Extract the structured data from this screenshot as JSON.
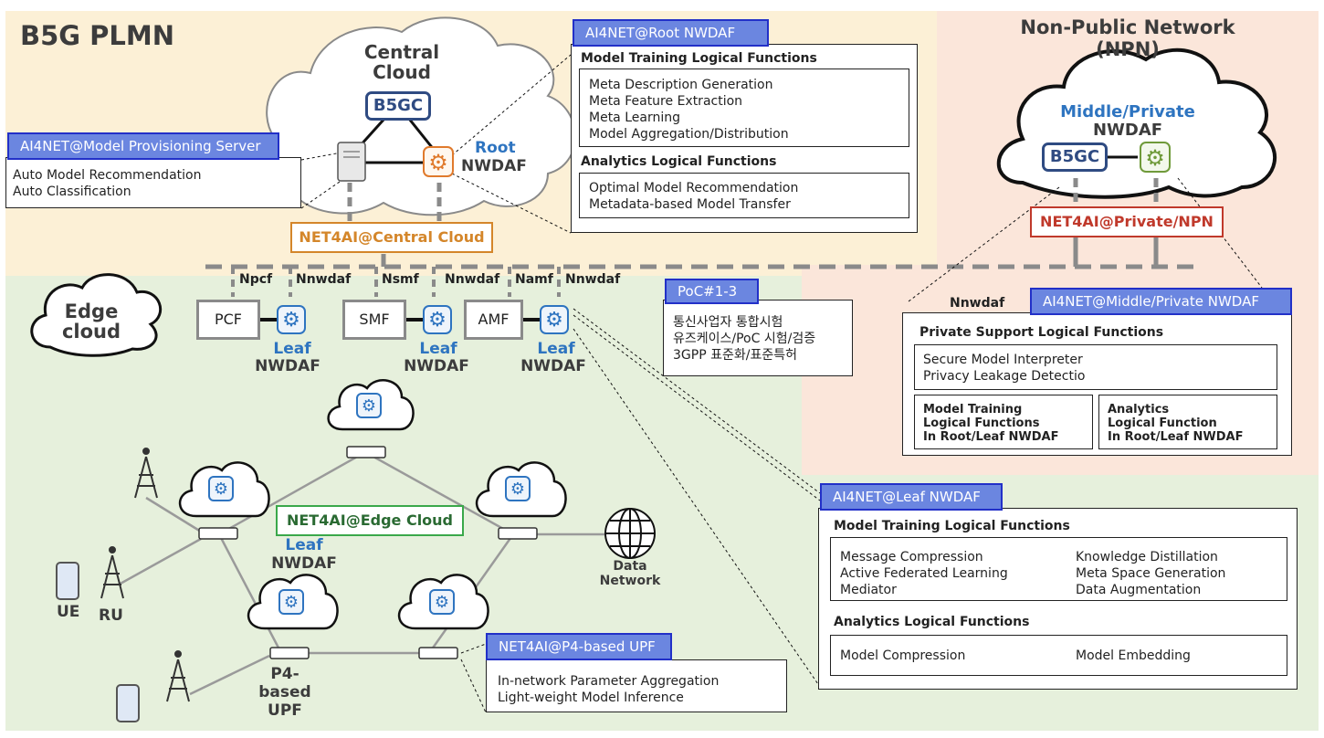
{
  "regions": {
    "plmn_title": "B5G PLMN",
    "npn_title_line1": "Non-Public Network",
    "npn_title_line2": "(NPN)",
    "edge_cloud_line1": "Edge",
    "edge_cloud_line2": "cloud"
  },
  "central": {
    "cloud_line1": "Central",
    "cloud_line2": "Cloud",
    "b5gc": "B5GC",
    "root_label": "Root",
    "nwdaf_label": "NWDAF",
    "net4ai": "NET4AI@Central Cloud"
  },
  "provisioning": {
    "header": "AI4NET@Model Provisioning Server",
    "items": [
      "Auto Model Recommendation",
      "Auto Classification"
    ]
  },
  "root_nwdaf": {
    "header": "AI4NET@Root NWDAF",
    "training_title": "Model Training Logical Functions",
    "training_items": [
      "Meta Description Generation",
      "Meta Feature Extraction",
      "Meta Learning",
      "Model Aggregation/Distribution"
    ],
    "analytics_title": "Analytics Logical Functions",
    "analytics_items": [
      "Optimal Model Recommendation",
      "Metadata-based Model Transfer"
    ]
  },
  "npn": {
    "middle_line1": "Middle/Private",
    "middle_line2": "NWDAF",
    "b5gc": "B5GC",
    "net4ai": "NET4AI@Private/NPN",
    "nnwdaf": "Nnwdaf"
  },
  "middle_nwdaf": {
    "header": "AI4NET@Middle/Private NWDAF",
    "support_title": "Private Support Logical Functions",
    "support_items": [
      "Secure Model Interpreter",
      "Privacy Leakage Detectio"
    ],
    "training_lines": [
      "Model Training",
      "Logical Functions",
      "In Root/Leaf NWDAF"
    ],
    "analytics_lines": [
      "Analytics",
      "Logical Function",
      "In Root/Leaf NWDAF"
    ]
  },
  "interfaces": [
    "Npcf",
    "Nnwdaf",
    "Nsmf",
    "Nnwdaf",
    "Namf",
    "Nnwdaf"
  ],
  "network_functions": [
    "PCF",
    "SMF",
    "AMF"
  ],
  "leaf_labels": {
    "leaf": "Leaf",
    "nwdaf": "NWDAF"
  },
  "poc": {
    "header": "PoC#1-3",
    "items": [
      "통신사업자 통합시험",
      "유즈케이스/PoC 시험/검증",
      "3GPP 표준화/표준특허"
    ]
  },
  "edge": {
    "net4ai": "NET4AI@Edge Cloud",
    "leaf_label": "Leaf",
    "nwdaf_label": "NWDAF",
    "p4_lines": [
      "P4-",
      "based",
      "UPF"
    ],
    "data_network_line1": "Data",
    "data_network_line2": "Network",
    "ue_label": "UE",
    "ru_label": "RU"
  },
  "leaf_nwdaf": {
    "header": "AI4NET@Leaf NWDAF",
    "training_title": "Model Training Logical Functions",
    "training_left": [
      "Message Compression",
      "Active Federated Learning",
      "Mediator"
    ],
    "training_right": [
      "Knowledge Distillation",
      "Meta Space Generation",
      "Data Augmentation"
    ],
    "analytics_title": "Analytics Logical Functions",
    "analytics_left": "Model Compression",
    "analytics_right": "Model Embedding"
  },
  "p4_upf": {
    "header": "NET4AI@P4-based UPF",
    "items": [
      "In-network Parameter Aggregation",
      "Light-weight Model Inference"
    ]
  },
  "colors": {
    "plmn_bg": "#fcf0d6",
    "npn_bg": "#fbe6da",
    "edge_bg": "#e6f0dc",
    "header_fill": "#6b86e0",
    "header_border": "#2230c8",
    "leaf_text": "#2e74c0",
    "b5gc_border": "#2f4b82",
    "central_net4ai": "#d4862a",
    "npn_net4ai": "#c0392b",
    "edge_net4ai": "#3aa84a",
    "root_gear": "#e07a2c",
    "npn_gear": "#6f9a3a",
    "leaf_gear": "#2e74c0"
  }
}
